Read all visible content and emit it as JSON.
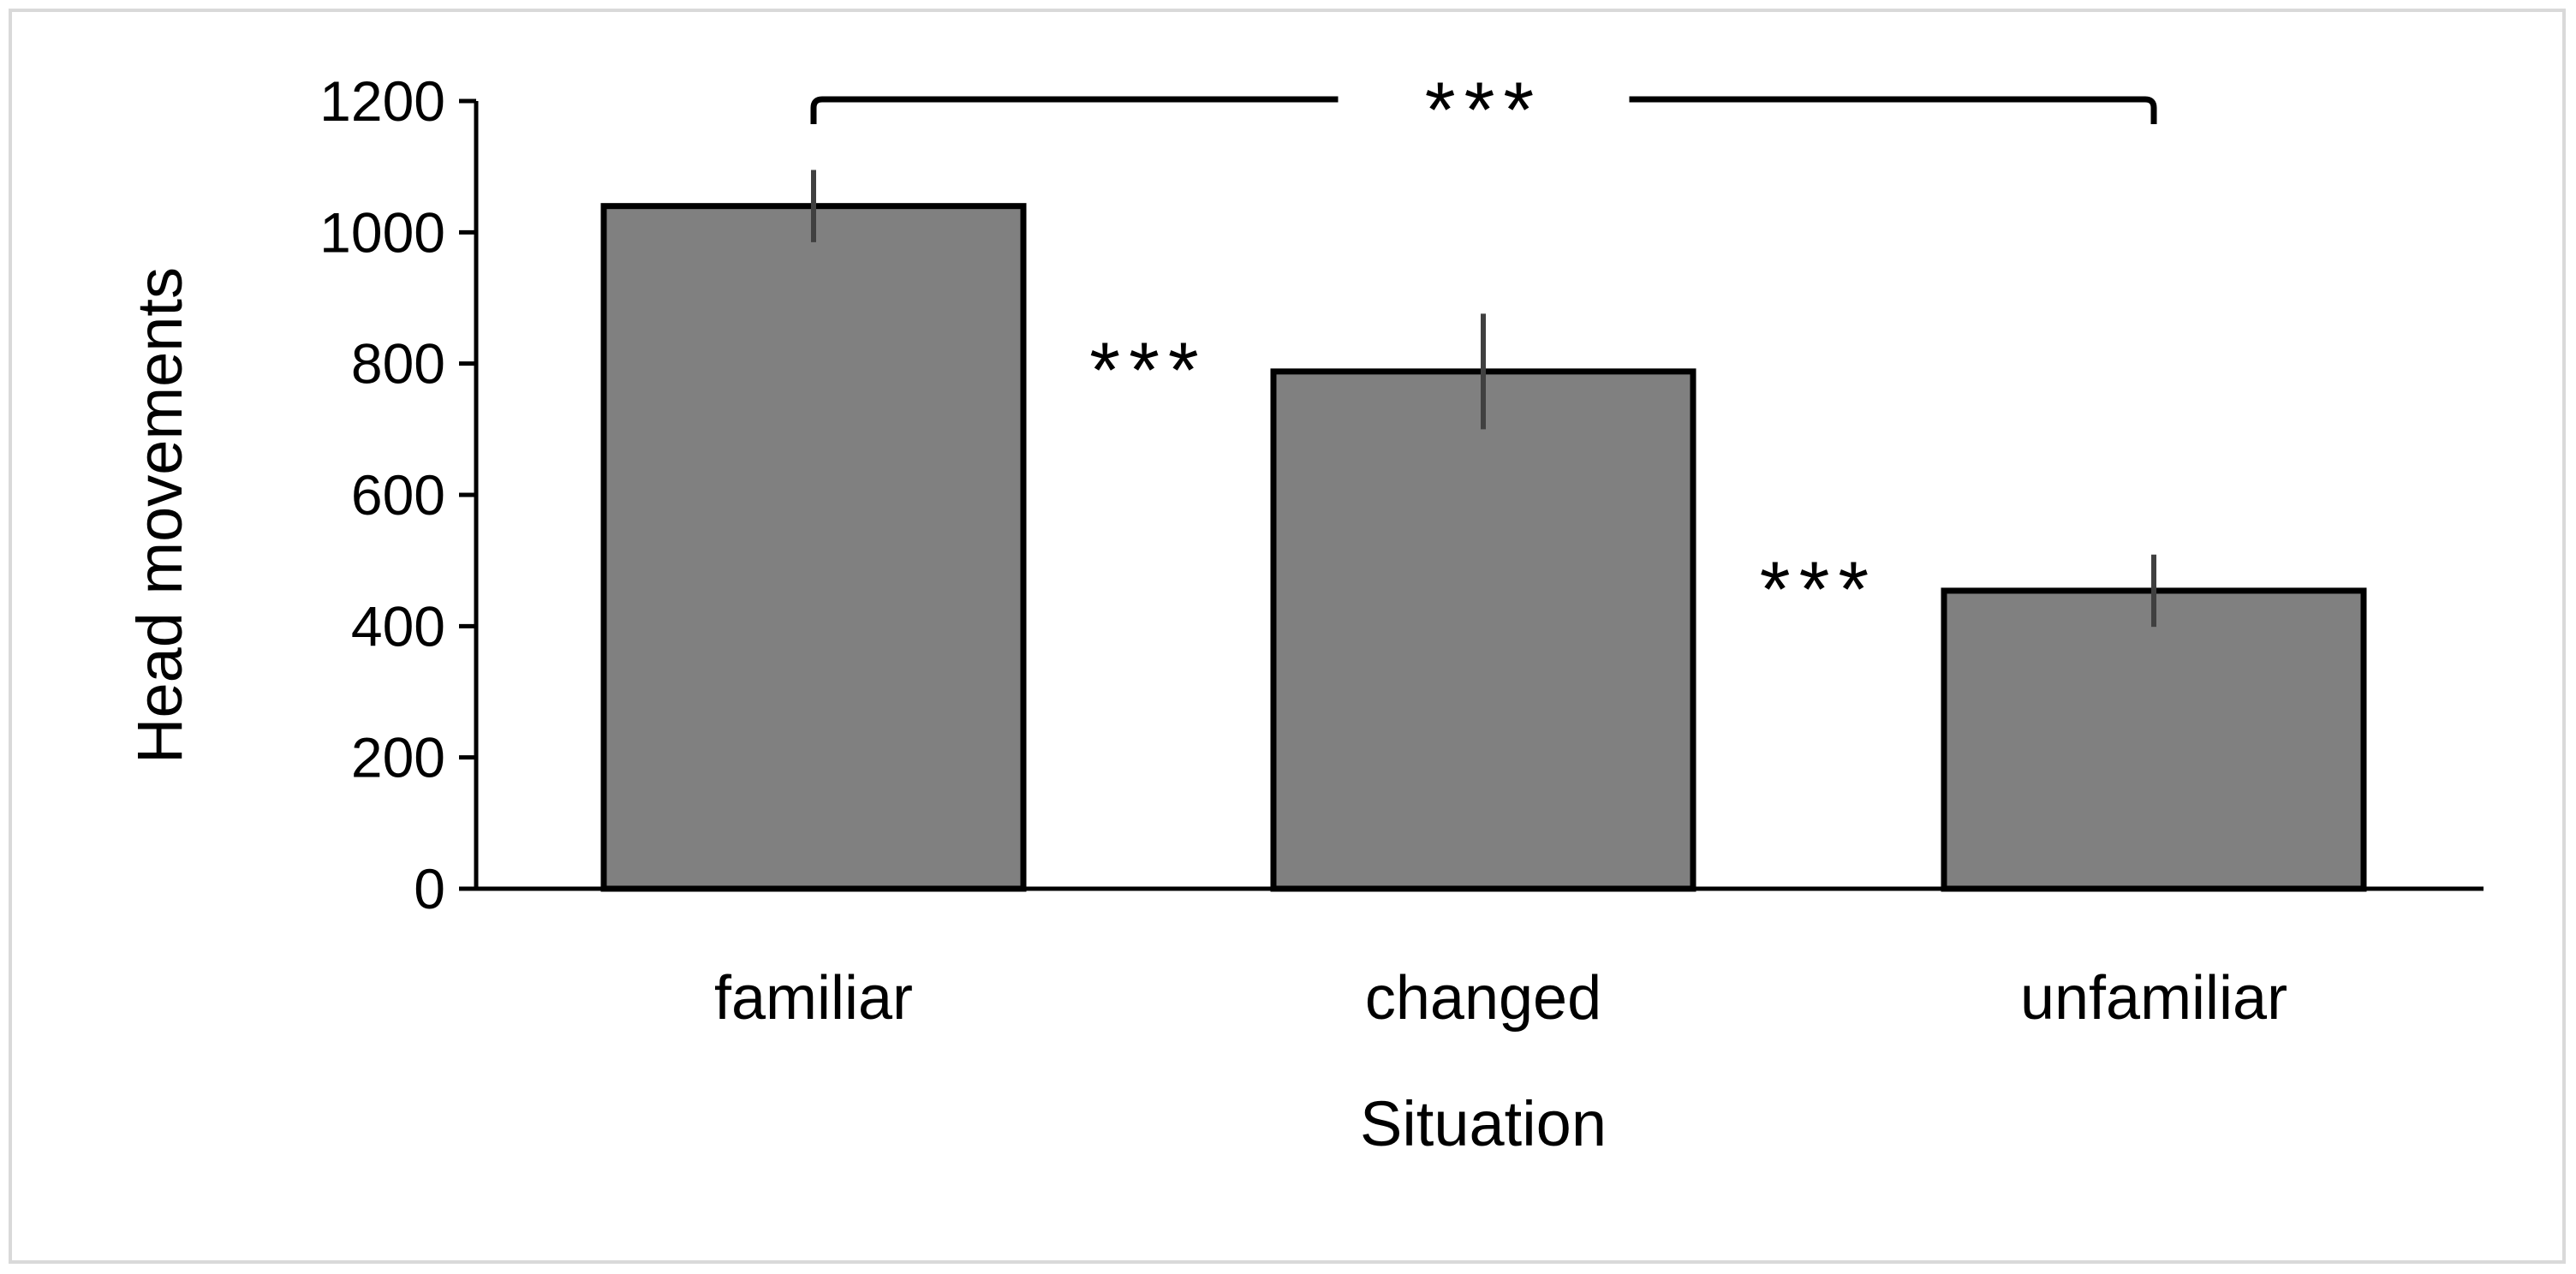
{
  "chart_data": {
    "type": "bar",
    "categories": [
      "familiar",
      "changed",
      "unfamiliar"
    ],
    "values": [
      1040,
      788,
      454
    ],
    "error": [
      55,
      88,
      55
    ],
    "xlabel": "Situation",
    "ylabel": "Head movements",
    "ylim": [
      0,
      1200
    ],
    "yticks": [
      0,
      200,
      400,
      600,
      800,
      1000,
      1200
    ],
    "grid": false,
    "bar_color": "#808080",
    "significance": [
      {
        "between": [
          "familiar",
          "unfamiliar"
        ],
        "label": "***",
        "bracket": true
      },
      {
        "between": [
          "familiar",
          "changed"
        ],
        "label": "***",
        "bracket": false
      },
      {
        "between": [
          "changed",
          "unfamiliar"
        ],
        "label": "***",
        "bracket": false
      }
    ]
  }
}
